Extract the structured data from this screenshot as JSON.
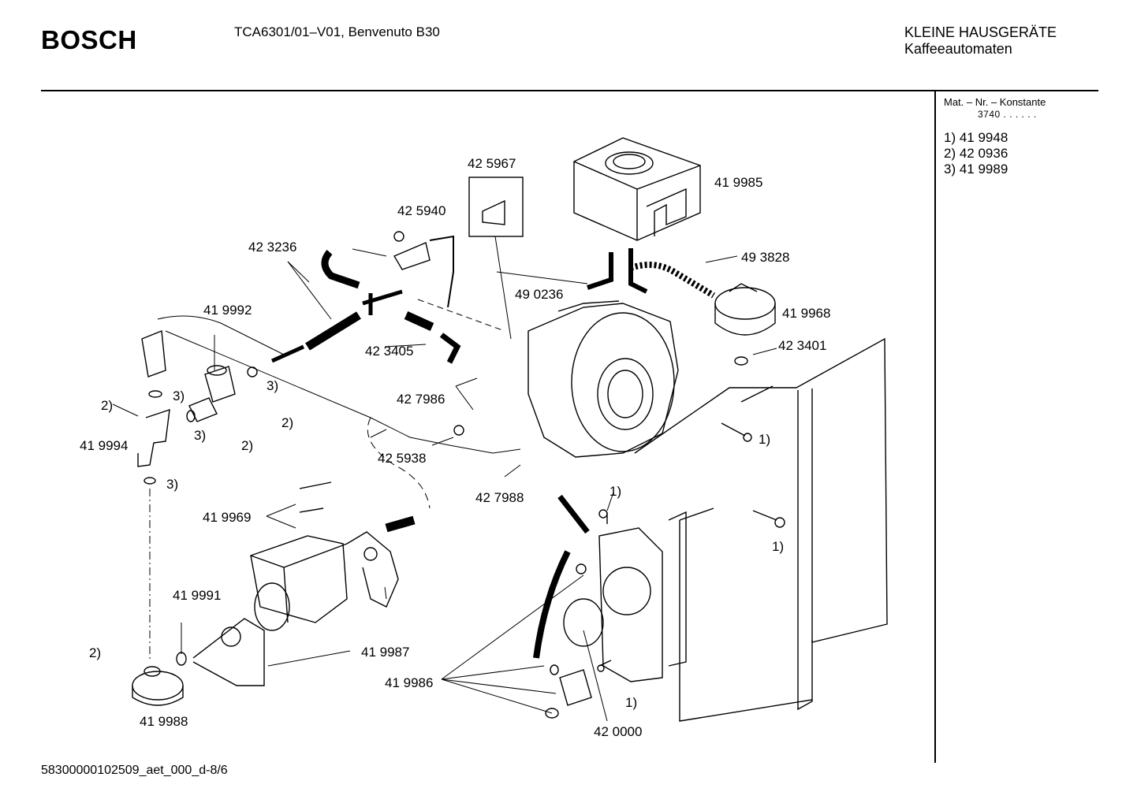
{
  "header": {
    "brand": "BOSCH",
    "model": "TCA6301/01–V01, Benvenuto B30",
    "category_line1": "KLEINE HAUSGERÄTE",
    "category_line2": "Kaffeeautomaten"
  },
  "sidebar": {
    "constant_label": "Mat. – Nr. – Konstante",
    "constant_value": "3740 . .   . . . .",
    "notes": [
      "1)  41 9948",
      "2)  42 0936",
      "3)  41 9989"
    ]
  },
  "parts": {
    "p425967": "42 5967",
    "p419985": "41 9985",
    "p425940": "42 5940",
    "p423236": "42 3236",
    "p493828": "49 3828",
    "p490236": "49 0236",
    "p419968": "41 9968",
    "p419992": "41 9992",
    "p423405": "42 3405",
    "p423401": "42 3401",
    "p427986": "42 7986",
    "p419994": "41 9994",
    "p425938": "42 5938",
    "p427988": "42 7988",
    "p419969": "41 9969",
    "p419991": "41 9991",
    "p419987": "41 9987",
    "p419986": "41 9986",
    "p419988": "41 9988",
    "p420000": "42 0000",
    "ref1": "1)",
    "ref2": "2)",
    "ref3": "3)"
  },
  "footer": {
    "doc_id": "58300000102509_aet_000_d-8/6"
  }
}
